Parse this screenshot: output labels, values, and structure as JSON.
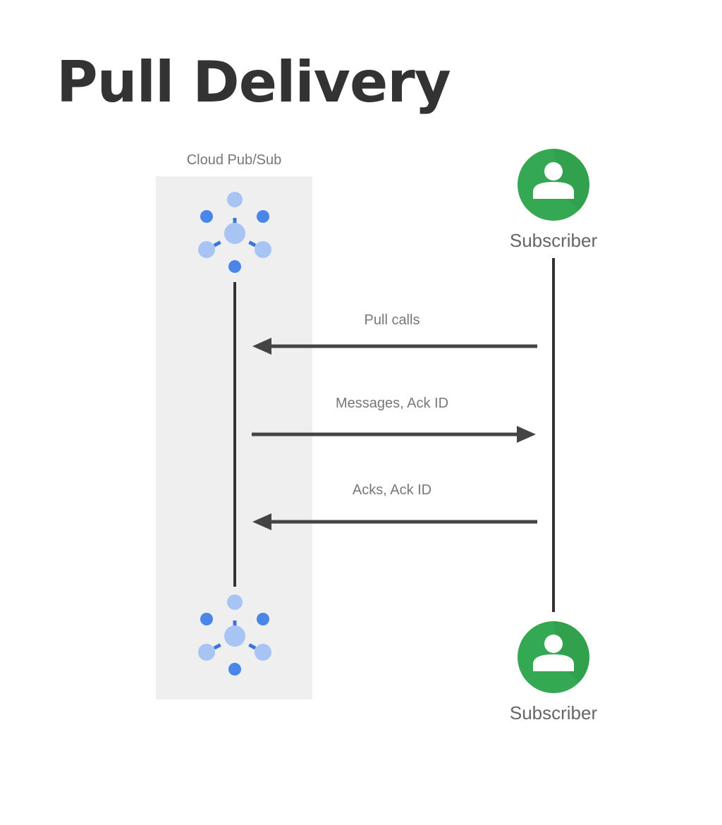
{
  "title": "Pull Delivery",
  "pubsub": {
    "label": "Cloud Pub/Sub",
    "icon": "pubsub-hub-icon"
  },
  "subscriber": {
    "label": "Subscriber",
    "icon": "person-icon",
    "color": "#34a853"
  },
  "messages": [
    {
      "label": "Pull calls",
      "direction": "subscriber-to-pubsub"
    },
    {
      "label": "Messages, Ack ID",
      "direction": "pubsub-to-subscriber"
    },
    {
      "label": "Acks, Ack ID",
      "direction": "subscriber-to-pubsub"
    }
  ],
  "colors": {
    "hub_dark": "#4a86e8",
    "hub_light": "#a8c4f4",
    "arrow": "#444444",
    "lane": "#efefef"
  }
}
